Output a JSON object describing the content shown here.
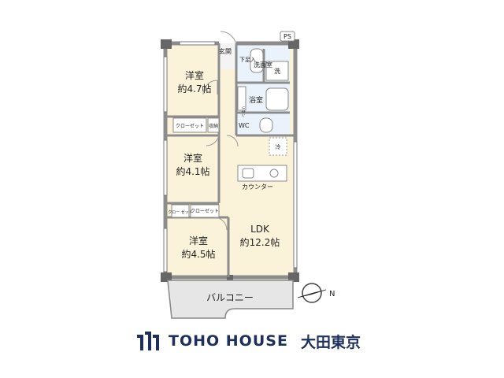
{
  "rooms": {
    "western1": {
      "name": "洋室",
      "size": "約4.7帖"
    },
    "western2": {
      "name": "洋室",
      "size": "約4.1帖"
    },
    "western3": {
      "name": "洋室",
      "size": "約4.5帖"
    },
    "ldk": {
      "name": "LDK",
      "size": "約12.2帖"
    }
  },
  "labels": {
    "entrance": "玄関",
    "shoe_box": "下足入",
    "washroom": "洗面室",
    "washer": "洗",
    "bath": "浴室",
    "wc": "WC",
    "linen": "リネン",
    "closet1": "クローゼット",
    "storage": "収納",
    "closet2": "クロー\nゼット",
    "closet3": "クローゼット",
    "fridge": "冷",
    "counter": "カウンター",
    "balcony": "バルコニー",
    "ps": "PS",
    "north": "N"
  },
  "brand": {
    "name": "TOHO HOUSE",
    "branch": "大田東京"
  },
  "colors": {
    "wall": "#8c8c8c",
    "floor_room": "#fbf3d9",
    "floor_wet": "#eaf3fb",
    "balcony": "#e6e6e6",
    "brand": "#1d2f5c"
  }
}
